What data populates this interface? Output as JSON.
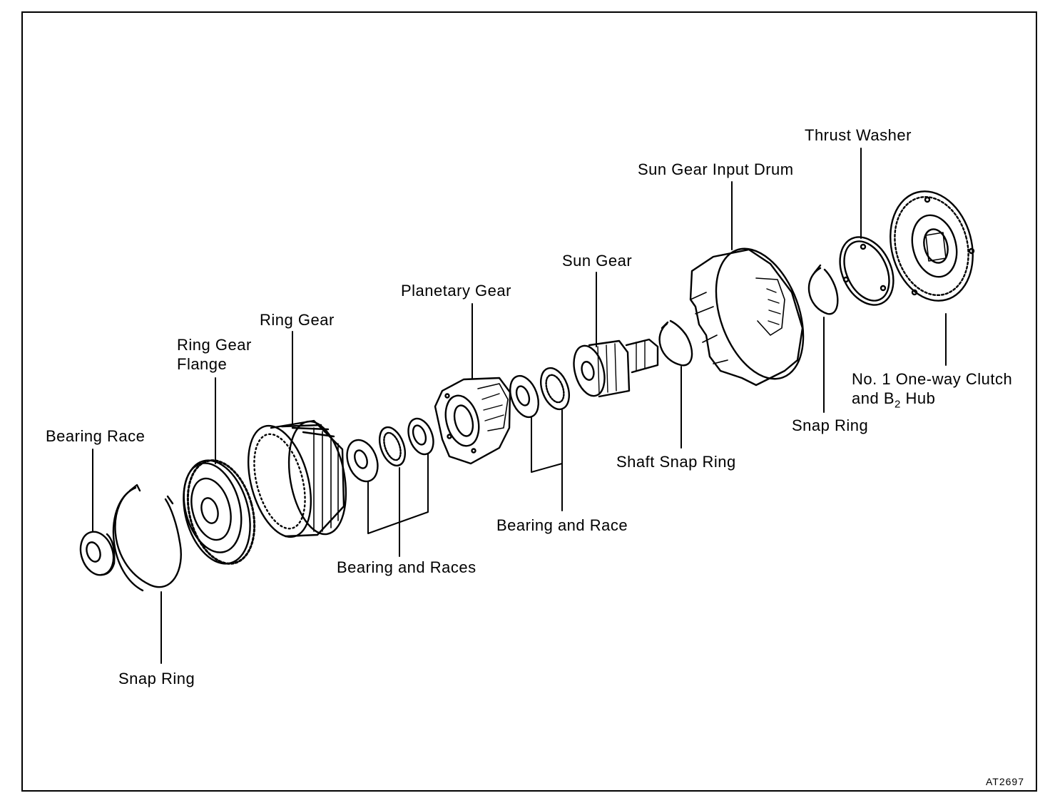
{
  "labels": {
    "bearing_race": "Bearing Race",
    "snap_ring_left": "Snap Ring",
    "ring_gear_flange_line1": "Ring Gear",
    "ring_gear_flange_line2": "Flange",
    "ring_gear": "Ring Gear",
    "bearing_and_races": "Bearing and Races",
    "planetary_gear": "Planetary Gear",
    "bearing_and_race": "Bearing and Race",
    "sun_gear": "Sun Gear",
    "shaft_snap_ring": "Shaft Snap Ring",
    "sun_gear_input_drum": "Sun Gear Input Drum",
    "snap_ring_right": "Snap Ring",
    "thrust_washer": "Thrust Washer",
    "one_way_clutch_line1": "No. 1 One-way Clutch",
    "one_way_clutch_line2_prefix": "and B",
    "one_way_clutch_line2_sub": "2",
    "one_way_clutch_line2_suffix": " Hub"
  },
  "figure_code": "AT2697"
}
